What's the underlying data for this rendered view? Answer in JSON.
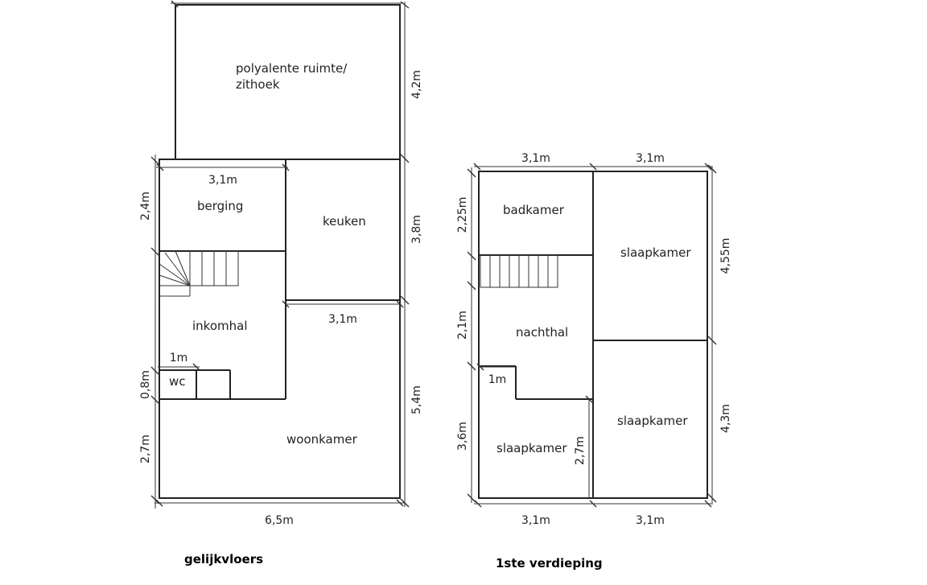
{
  "ground_floor": {
    "caption": "gelijkvloers",
    "rooms": {
      "polyvalent_line1": "polyalente ruimte/",
      "polyvalent_line2": "zithoek",
      "storage": "berging",
      "kitchen": "keuken",
      "hall": "inkomhal",
      "wc": "wc",
      "living": "woonkamer"
    },
    "dimensions": {
      "polyvalent_depth": "4,2m",
      "storage_width": "3,1m",
      "storage_depth": "2,4m",
      "kitchen_depth": "3,8m",
      "living_top_width": "3,1m",
      "wc_width": "1m",
      "wc_depth": "0,8m",
      "living_left_depth": "2,7m",
      "living_right_depth": "5,4m",
      "total_width": "6,5m"
    }
  },
  "first_floor": {
    "caption": "1ste verdieping",
    "rooms": {
      "bathroom": "badkamer",
      "bedroom_top_right": "slaapkamer",
      "landing": "nachthal",
      "bedroom_bottom_left": "slaapkamer",
      "bedroom_bottom_right": "slaapkamer"
    },
    "dimensions": {
      "top_left_width": "3,1m",
      "top_right_width": "3,1m",
      "bathroom_depth": "2,25m",
      "landing_depth": "2,1m",
      "bedroom_left_depth": "3,6m",
      "landing_step": "1m",
      "bedroom_left_inner_depth": "2,7m",
      "bedroom_top_right_depth": "4,55m",
      "bedroom_bottom_right_depth": "4,3m",
      "bottom_left_width": "3,1m",
      "bottom_right_width": "3,1m"
    }
  }
}
